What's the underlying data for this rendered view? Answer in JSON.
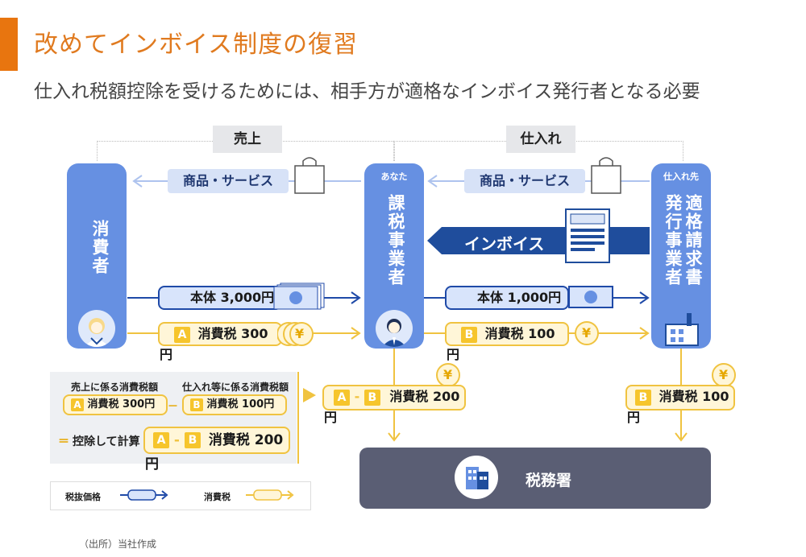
{
  "header": {
    "title": "改めてインボイス制度の復習",
    "subtitle": "仕入れ税額控除を受けるためには、相手方が適格なインボイス発行者となる必要"
  },
  "diagram": {
    "sales_tag": "売上",
    "purchase_tag": "仕入れ",
    "goods_left": "商品・サービス",
    "goods_right": "商品・サービス",
    "consumer": "消費者",
    "you_small": "あなた",
    "taxable_business": "課税事業者",
    "supplier_small": "仕入れ先",
    "qualified_issuer_col1": "適格請求書",
    "qualified_issuer_col2": "発行事業者",
    "invoice_label": "インボイス",
    "left_body": "本体 3,000円",
    "left_tax_badge": "A",
    "left_tax": "消費税 300円",
    "right_body": "本体 1,000円",
    "right_tax_badge": "B",
    "right_tax": "消費税 100円",
    "payment_center_a": "A",
    "payment_center_b": "B",
    "payment_center_text": "消費税 200円",
    "payment_right_badge": "B",
    "payment_right_text": "消費税 100円",
    "yen_symbol": "¥",
    "tax_office": "税務署"
  },
  "calc_box": {
    "sales_tax_label": "売上に係る消費税額",
    "purchase_tax_label": "仕入れ等に係る消費税額",
    "a_badge": "A",
    "a_value": "消費税 300円",
    "minus": "－",
    "b_badge": "B",
    "b_value": "消費税 100円",
    "equals": "＝",
    "deduct_label": "控除して計算",
    "result_a": "A",
    "result_b": "B",
    "result_value": "消費税 200円"
  },
  "legend": {
    "tax_excl_label": "税抜価格",
    "tax_label": "消費税"
  },
  "footer": {
    "source": "（出所）当社作成"
  },
  "colors": {
    "accent": "#e8750f",
    "column_blue": "#6690e2",
    "navy": "#1f4d9c",
    "yellow": "#f6c52c",
    "tax_office": "#5a5e74"
  }
}
